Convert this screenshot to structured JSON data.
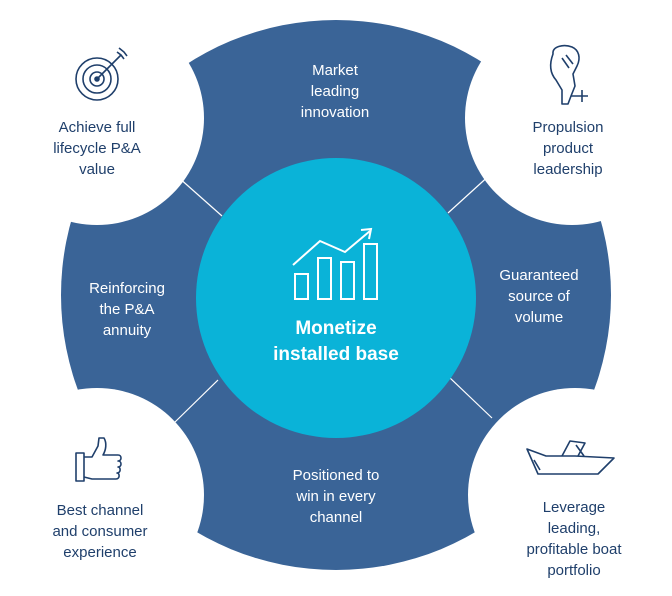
{
  "center": {
    "lines": [
      "Monetize",
      "installed base"
    ]
  },
  "blue_segments": {
    "top": [
      "Market",
      "leading",
      "innovation"
    ],
    "right": [
      "Guaranteed",
      "source of",
      "volume"
    ],
    "bottom": [
      "Positioned to",
      "win in every",
      "channel"
    ],
    "left": [
      "Reinforcing",
      "the P&A",
      "annuity"
    ]
  },
  "white_circles": {
    "top_left": {
      "icon": "target-icon",
      "lines": [
        "Achieve full",
        "lifecycle P&A",
        "value"
      ]
    },
    "top_right": {
      "icon": "outboard-motor-icon",
      "lines": [
        "Propulsion",
        "product",
        "leadership"
      ]
    },
    "bottom_left": {
      "icon": "thumbs-up-icon",
      "lines": [
        "Best channel",
        "and consumer",
        "experience"
      ]
    },
    "bottom_right": {
      "icon": "boat-icon",
      "lines": [
        "Leverage",
        "leading,",
        "profitable boat",
        "portfolio"
      ]
    }
  },
  "colors": {
    "ring": "#3a6497",
    "center": "#0ab3d8",
    "icon": "#1f3f6b",
    "text_dark": "#1f3f6b",
    "separator": "#ffffff"
  }
}
